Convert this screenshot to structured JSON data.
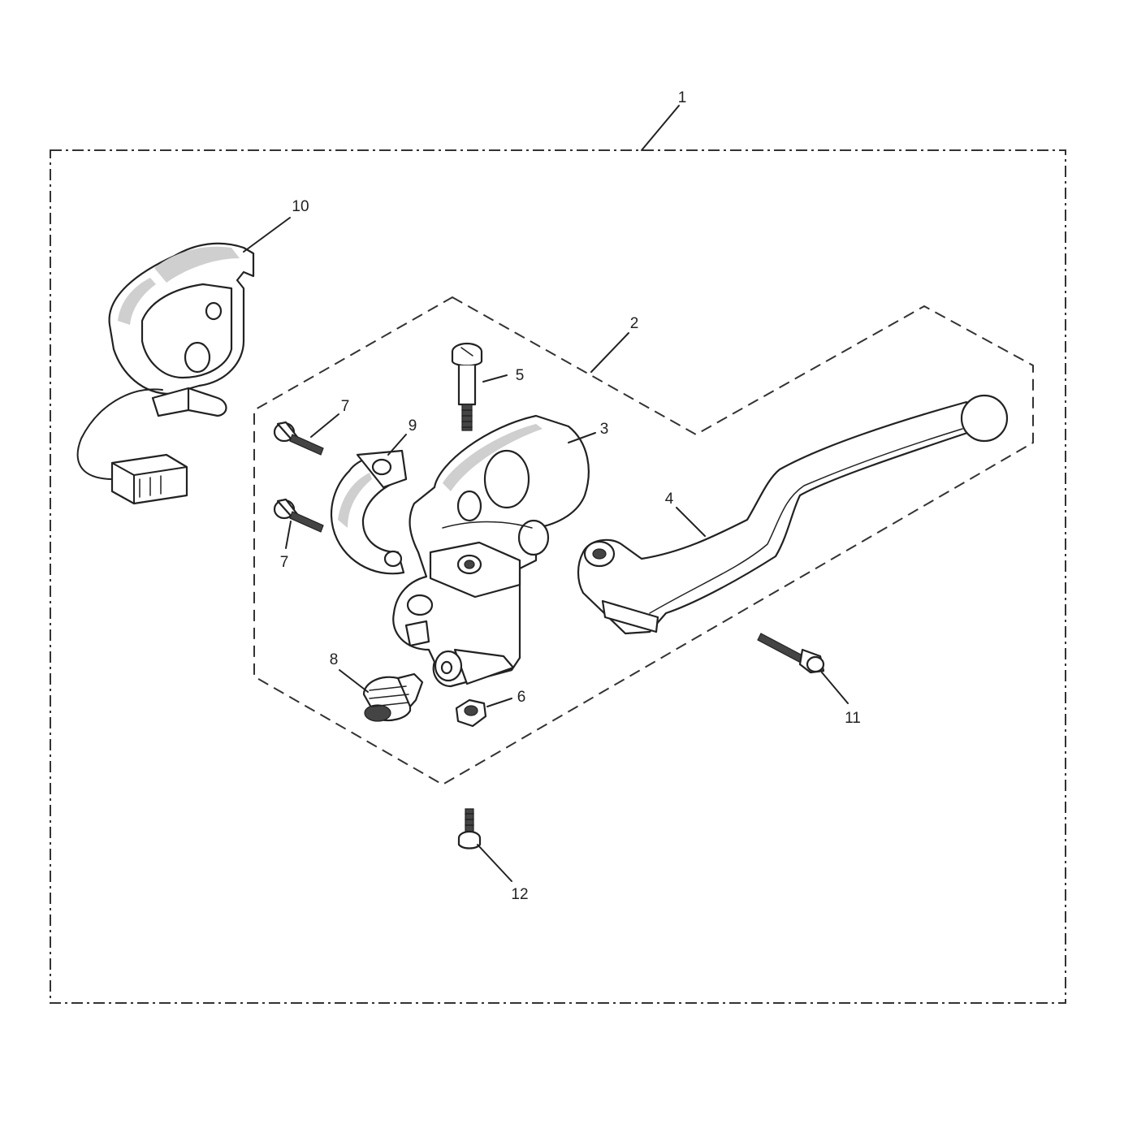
{
  "callouts": {
    "c1": "1",
    "c2": "2",
    "c3": "3",
    "c4": "4",
    "c5": "5",
    "c6": "6",
    "c7a": "7",
    "c7b": "7",
    "c8": "8",
    "c9": "9",
    "c10": "10",
    "c11": "11",
    "c12": "12"
  },
  "colors": {
    "line": "#222222",
    "background": "#ffffff"
  }
}
